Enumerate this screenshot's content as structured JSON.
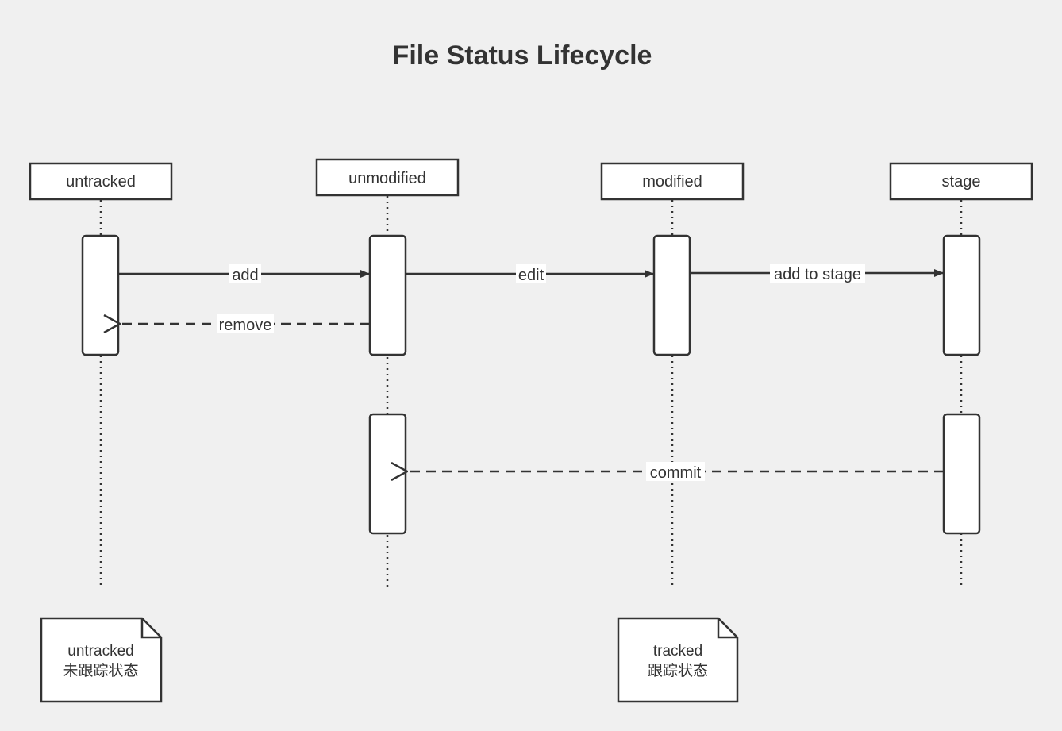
{
  "title": "File Status Lifecycle",
  "colors": {
    "background": "#f0f0f0",
    "stroke": "#333333",
    "box_fill": "#ffffff",
    "text": "#333333"
  },
  "participants": [
    {
      "id": "untracked",
      "label": "untracked"
    },
    {
      "id": "unmodified",
      "label": "unmodified"
    },
    {
      "id": "modified",
      "label": "modified"
    },
    {
      "id": "stage",
      "label": "stage"
    }
  ],
  "messages": [
    {
      "label": "add",
      "from": "untracked",
      "to": "unmodified",
      "style": "solid"
    },
    {
      "label": "remove",
      "from": "unmodified",
      "to": "untracked",
      "style": "dashed"
    },
    {
      "label": "edit",
      "from": "unmodified",
      "to": "modified",
      "style": "solid"
    },
    {
      "label": "add to stage",
      "from": "modified",
      "to": "stage",
      "style": "solid"
    },
    {
      "label": "commit",
      "from": "stage",
      "to": "unmodified",
      "style": "dashed"
    }
  ],
  "notes": [
    {
      "lines": [
        "untracked",
        "未跟踪状态"
      ]
    },
    {
      "lines": [
        "tracked",
        "跟踪状态"
      ]
    }
  ]
}
